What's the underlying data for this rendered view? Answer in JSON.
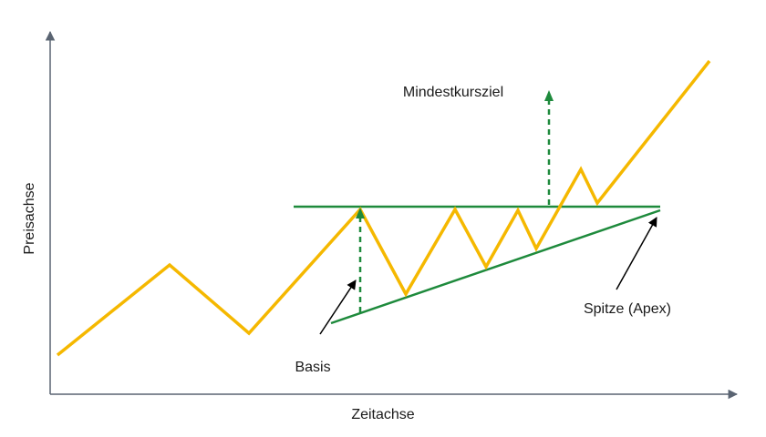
{
  "labels": {
    "y_axis": "Preisachse",
    "x_axis": "Zeitachse",
    "target": "Mindestkursziel",
    "base": "Basis",
    "apex": "Spitze (Apex)"
  },
  "colors": {
    "price_line": "#f5b800",
    "pattern_lines": "#1e8a3c",
    "target_marker": "#1e8a3c",
    "axes": "#5a6472",
    "annotation_arrows": "#000000",
    "text": "#1a1a1a"
  }
}
